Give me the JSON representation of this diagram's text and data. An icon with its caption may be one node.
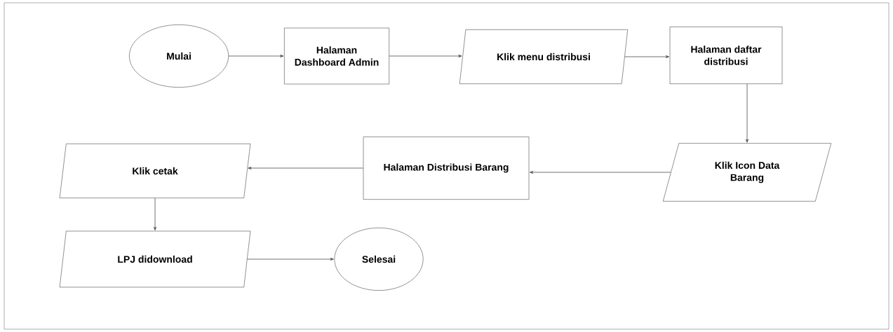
{
  "diagram": {
    "nodes": [
      {
        "text": [
          "Mulai"
        ]
      },
      {
        "text": [
          "Halaman Dashboard Admin"
        ]
      },
      {
        "text": [
          "Klik menu distribusi"
        ]
      },
      {
        "text": [
          "Halaman daftar distribusi"
        ]
      },
      {
        "text": [
          "Klik Icon Data Barang"
        ]
      },
      {
        "text": [
          "Halaman Distribusi Barang"
        ]
      },
      {
        "text": [
          "Klik cetak"
        ]
      },
      {
        "text": [
          "LPJ didownload"
        ]
      },
      {
        "text": [
          "Selesai"
        ]
      }
    ],
    "edges": [
      {
        "from": 0,
        "to": 1,
        "arrow": "to"
      },
      {
        "from": 1,
        "to": 2,
        "arrow": "to"
      },
      {
        "from": 2,
        "to": 3,
        "arrow": "to"
      },
      {
        "from": 3,
        "to": 4,
        "arrow": "to"
      },
      {
        "from": 4,
        "to": 5,
        "arrow": "to"
      },
      {
        "from": 5,
        "to": 6,
        "arrow": "to"
      },
      {
        "from": 6,
        "to": 7,
        "arrow": "to"
      },
      {
        "from": 7,
        "to": 8,
        "arrow": "to"
      }
    ]
  }
}
